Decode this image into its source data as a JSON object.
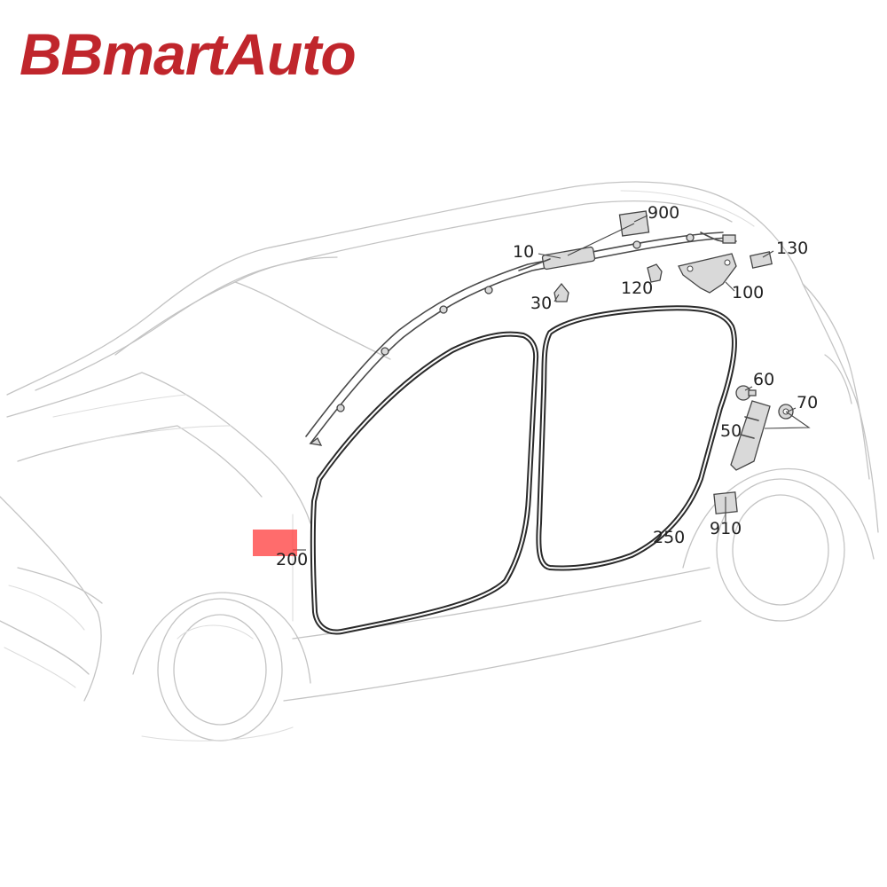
{
  "brand": {
    "text": "BBmartAuto",
    "color": "#c0262c"
  },
  "callouts": {
    "c900": "900",
    "c10": "10",
    "c130": "130",
    "c120": "120",
    "c100": "100",
    "c30": "30",
    "c60": "60",
    "c70": "70",
    "c50": "50",
    "c910": "910",
    "c250": "250",
    "c200": "200"
  },
  "highlight": {
    "color": "#ff3b3b",
    "opacity": 0.75
  },
  "seal_color": "#2a2a2a"
}
